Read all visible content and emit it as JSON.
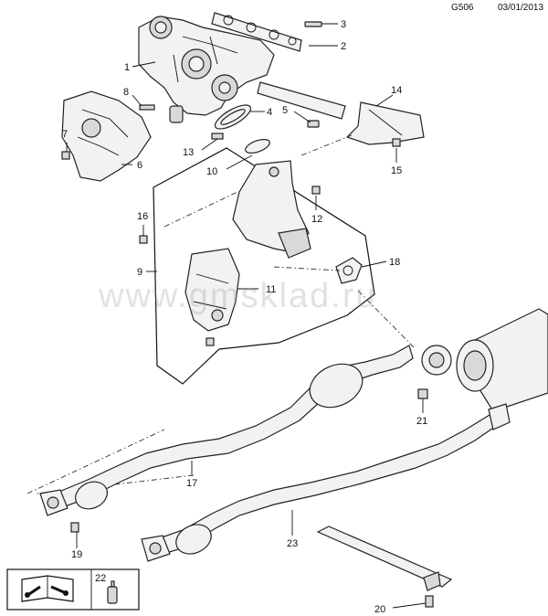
{
  "header": {
    "diagram_code": "G506",
    "date": "03/01/2013"
  },
  "watermark": "www.gmsklad.ru",
  "callouts": [
    {
      "id": "c1",
      "label": "1"
    },
    {
      "id": "c2",
      "label": "2"
    },
    {
      "id": "c3",
      "label": "3"
    },
    {
      "id": "c4",
      "label": "4"
    },
    {
      "id": "c5",
      "label": "5"
    },
    {
      "id": "c6",
      "label": "6"
    },
    {
      "id": "c7",
      "label": "7"
    },
    {
      "id": "c8",
      "label": "8"
    },
    {
      "id": "c9",
      "label": "9"
    },
    {
      "id": "c10",
      "label": "10"
    },
    {
      "id": "c11",
      "label": "11"
    },
    {
      "id": "c12",
      "label": "12"
    },
    {
      "id": "c13",
      "label": "13"
    },
    {
      "id": "c14",
      "label": "14"
    },
    {
      "id": "c15",
      "label": "15"
    },
    {
      "id": "c16",
      "label": "16"
    },
    {
      "id": "c17",
      "label": "17"
    },
    {
      "id": "c18",
      "label": "18"
    },
    {
      "id": "c19",
      "label": "19"
    },
    {
      "id": "c20",
      "label": "20"
    },
    {
      "id": "c21",
      "label": "21"
    },
    {
      "id": "c23",
      "label": "23"
    }
  ],
  "legend": {
    "item_label": "22",
    "book_icon": "manual-book-icon",
    "tool_icon": "wrench-icon"
  }
}
